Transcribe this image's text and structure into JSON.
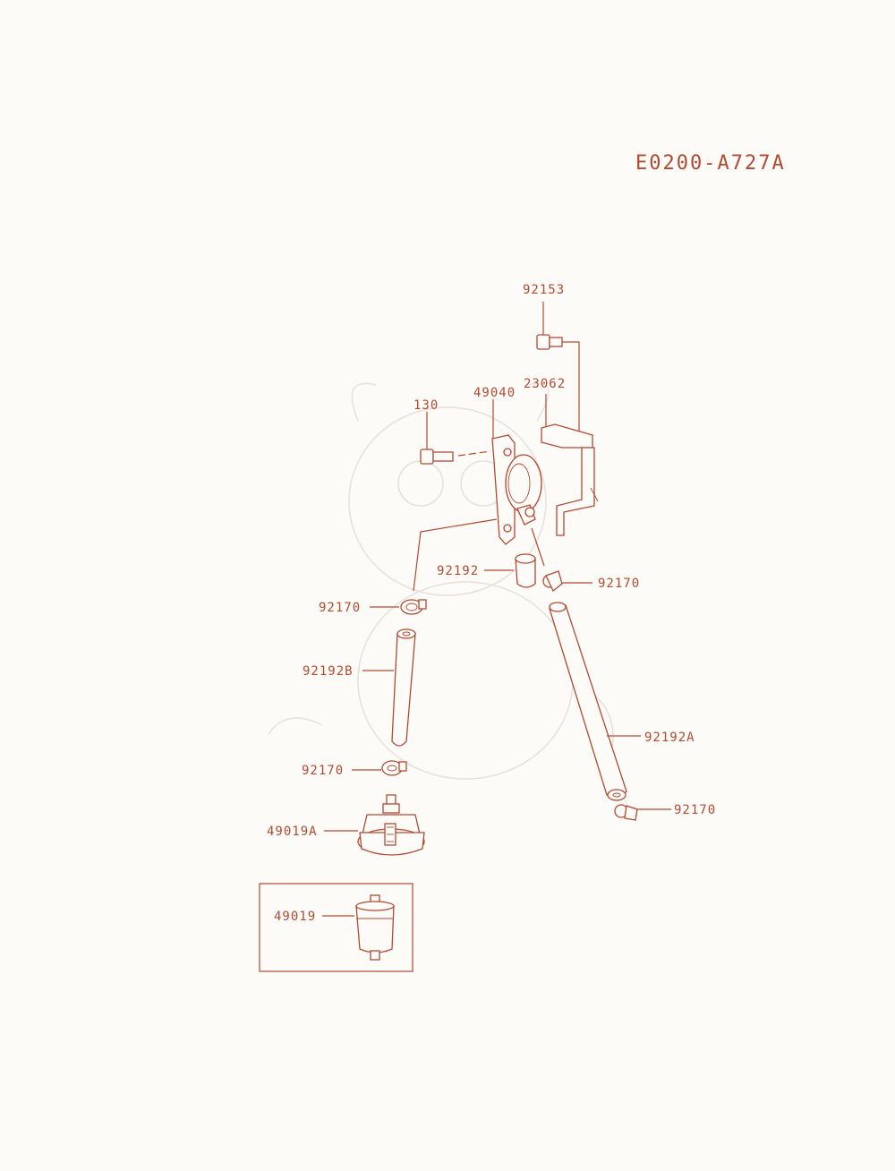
{
  "diagram": {
    "code": "E0200-A727A",
    "accent_color": "#b24a32",
    "labels": {
      "p92153": "92153",
      "p49040": "49040",
      "p23062": "23062",
      "p130": "130",
      "p92192": "92192",
      "p92170_a": "92170",
      "p92170_b": "92170",
      "p92192B": "92192B",
      "p92192A": "92192A",
      "p92170_c": "92170",
      "p92170_d": "92170",
      "p49019A": "49019A",
      "p49019": "49019"
    }
  }
}
